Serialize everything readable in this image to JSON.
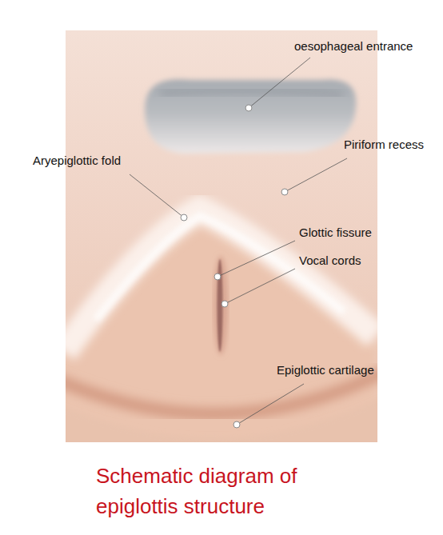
{
  "diagram": {
    "caption": "Schematic diagram of epiglottis structure",
    "labels": [
      "oesophageal entrance",
      "Aryepiglottic fold",
      "Piriform recess",
      "Glottic fissure",
      "Vocal cords",
      "Epiglottic cartilage"
    ]
  }
}
